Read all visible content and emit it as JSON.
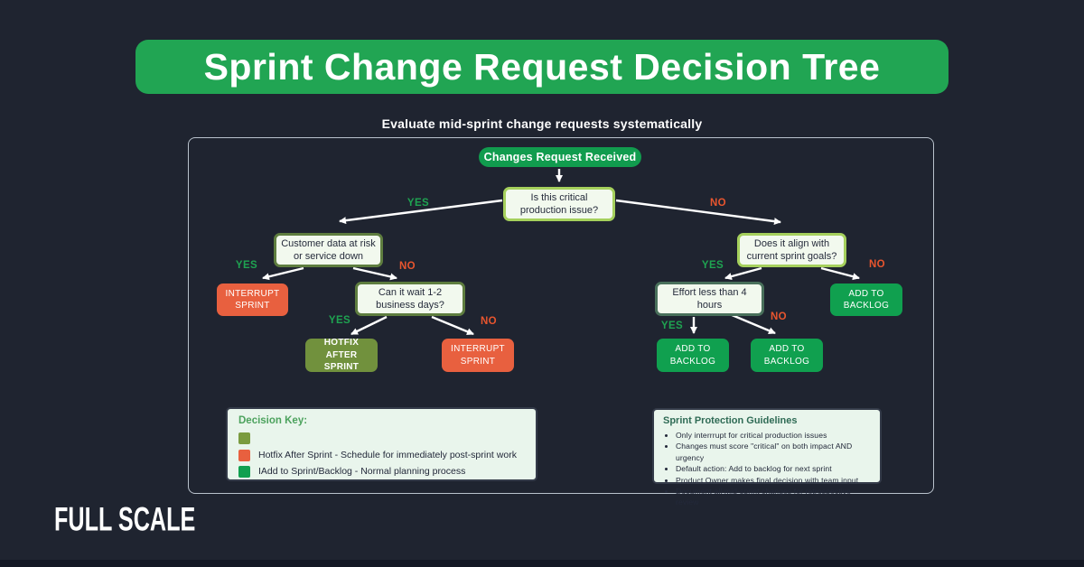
{
  "page": {
    "title": "Sprint Change Request Decision Tree",
    "subtitle": "Evaluate mid-sprint change requests systematically",
    "brand": "FULL SCALE"
  },
  "colors": {
    "background": "#1F2430",
    "banner_green": "#21A553",
    "start_pill_green": "#119C4E",
    "backlog_green": "#10A04F",
    "hotfix_olive": "#71913D",
    "interrupt_orange": "#E8603F",
    "decision_fill": "#F2F9EE",
    "decision_border_light_green": "#A5D05C",
    "decision_border_olive": "#5E7D3F",
    "decision_border_sage": "#49705B",
    "yes_label": "#1FA351",
    "no_label": "#E8552E",
    "info_box_fill": "#E9F5EC",
    "info_box_border": "#343B49",
    "text_light": "#FFFFFF",
    "text_dark": "#23293A"
  },
  "flow": {
    "nodes": {
      "start": {
        "label": "Changes Request Received",
        "type": "start"
      },
      "q_critical": {
        "label": "Is this critical production issue?",
        "type": "decision"
      },
      "q_customer": {
        "label": "Customer data at risk or service down",
        "type": "decision"
      },
      "q_wait": {
        "label": "Can it wait 1-2 business days?",
        "type": "decision"
      },
      "q_align": {
        "label": "Does it align with current sprint goals?",
        "type": "decision"
      },
      "q_effort": {
        "label": "Effort less than 4 hours",
        "type": "decision"
      },
      "interrupt_1": {
        "label": "INTERRUPT SPRINT",
        "type": "action-interrupt"
      },
      "interrupt_2": {
        "label": "INTERRUPT SPRINT",
        "type": "action-interrupt"
      },
      "hotfix_1": {
        "label": "HOTFIX AFTER SPRINT",
        "type": "action-hotfix"
      },
      "backlog_1": {
        "label": "ADD TO BACKLOG",
        "type": "action-backlog"
      },
      "backlog_2": {
        "label": "ADD TO BACKLOG",
        "type": "action-backlog"
      },
      "backlog_3": {
        "label": "ADD TO BACKLOG",
        "type": "action-backlog"
      }
    },
    "edges": [
      {
        "from": "start",
        "to": "q_critical",
        "label": ""
      },
      {
        "from": "q_critical",
        "to": "q_customer",
        "label": "YES"
      },
      {
        "from": "q_critical",
        "to": "q_align",
        "label": "NO"
      },
      {
        "from": "q_customer",
        "to": "interrupt_1",
        "label": "YES"
      },
      {
        "from": "q_customer",
        "to": "q_wait",
        "label": "NO"
      },
      {
        "from": "q_wait",
        "to": "hotfix_1",
        "label": "YES"
      },
      {
        "from": "q_wait",
        "to": "interrupt_2",
        "label": "NO"
      },
      {
        "from": "q_align",
        "to": "q_effort",
        "label": "YES"
      },
      {
        "from": "q_align",
        "to": "backlog_1",
        "label": "NO"
      },
      {
        "from": "q_effort",
        "to": "backlog_2",
        "label": "YES"
      },
      {
        "from": "q_effort",
        "to": "backlog_3",
        "label": "NO"
      }
    ]
  },
  "legend": {
    "title": "Decision Key:",
    "items": [
      {
        "swatch_color": "#7A9B3F",
        "text": ""
      },
      {
        "swatch_color": "#E8603F",
        "text": "Hotfix After Sprint - Schedule for immediately post-sprint work"
      },
      {
        "swatch_color": "#10A04F",
        "text": "IAdd to Sprint/Backlog - Normal planning process"
      }
    ]
  },
  "guidelines": {
    "title": "Sprint Protection Guidelines",
    "items": [
      "Only interrrupt for critical production issues",
      "Changes must score \"critical\" on both impact AND urgency",
      "Default action: Add to backlog for next sprint",
      "Product Owner makes final decision with team input",
      "Document all mid-sprint changes for retrospective review"
    ]
  }
}
